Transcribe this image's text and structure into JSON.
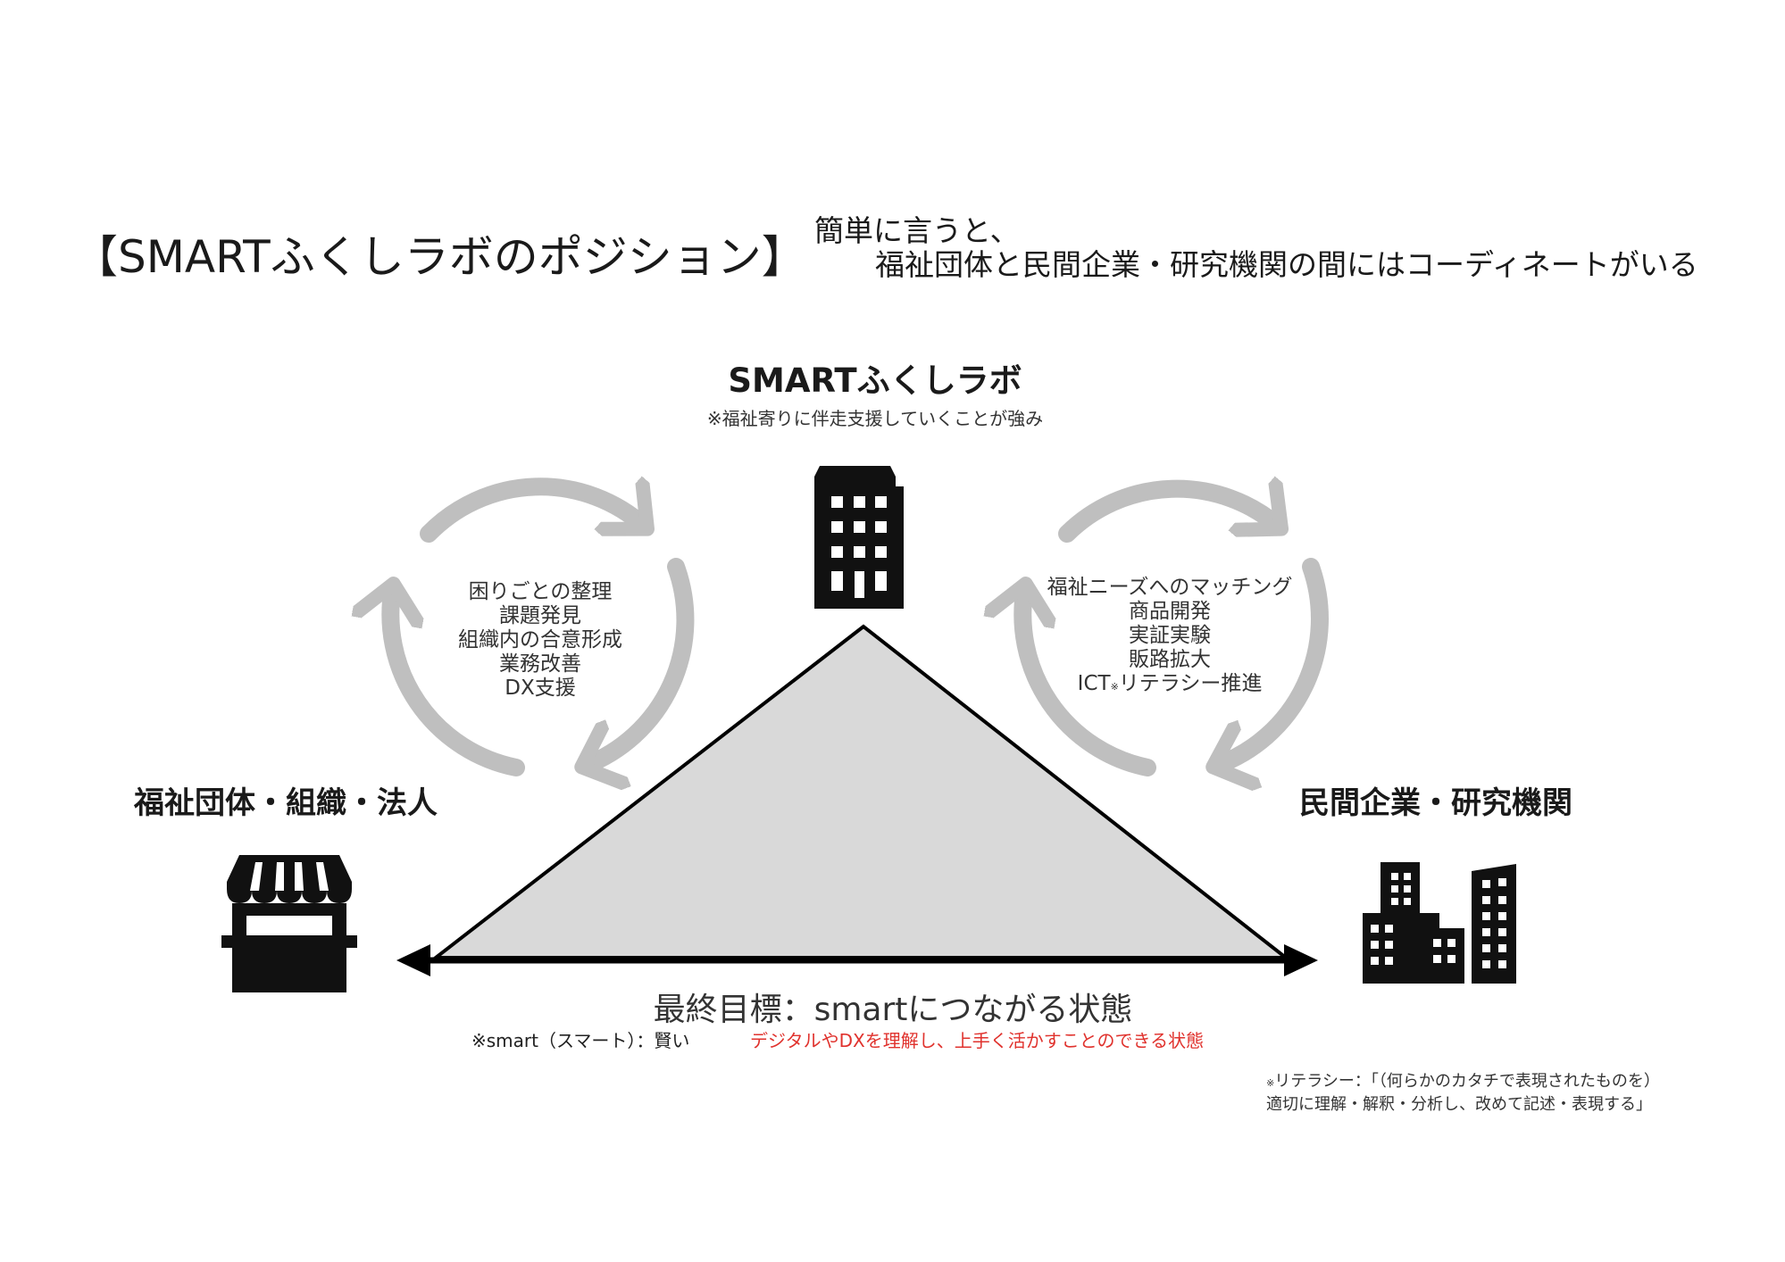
{
  "title": "【SMARTふくしラボのポジション】",
  "summary": {
    "line1": "簡単に言うと、",
    "line2": "福祉団体と民間企業・研究機関の間にはコーディネートがいる"
  },
  "hub": {
    "name": "SMARTふくしラボ",
    "note": "※福祉寄りに伴走支援していくことが強み"
  },
  "left_party": {
    "name": "福祉団体・組織・法人",
    "items": [
      "困りごとの整理",
      "課題発見",
      "組織内の合意形成",
      "業務改善",
      "DX支援"
    ]
  },
  "right_party": {
    "name": "民間企業・研究機関",
    "items": [
      "福祉ニーズへのマッチング",
      "商品開発",
      "実証実験",
      "販路拡大"
    ],
    "last_item_prefix": "ICT",
    "last_item_mark": "※",
    "last_item_suffix": "リテラシー推進"
  },
  "goal": {
    "text": "最終目標：smartにつながる状態",
    "note": "※smart（スマート）：賢い",
    "note_red": "デジタルやDXを理解し、上手く活かすことのできる状態"
  },
  "footnote": {
    "mark": "※",
    "line1": "リテラシー：「（何らかのカタチで表現されたものを）",
    "line2": "適切に理解・解釈・分析し、改めて記述・表現する」"
  },
  "colors": {
    "triangle_fill": "#d9d9d9",
    "cycle_arrow": "#bfbfbf",
    "icon": "#111111",
    "accent_red": "#e0322d"
  },
  "icons": {
    "hub": "office-building-icon",
    "left": "storefront-icon",
    "right": "city-buildings-icon"
  }
}
